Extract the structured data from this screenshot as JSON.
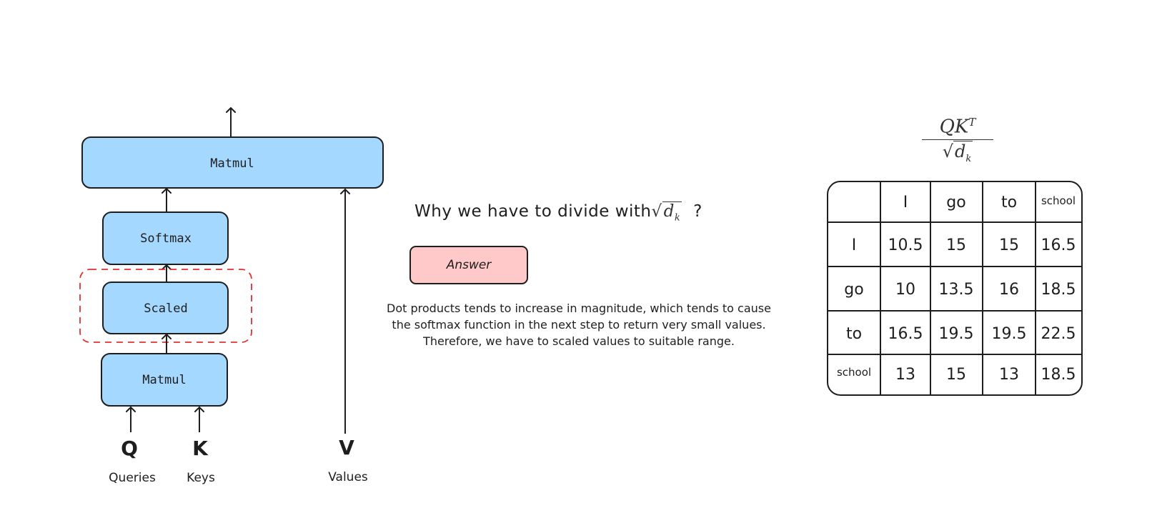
{
  "diagram": {
    "top_matmul": "Matmul",
    "softmax": "Softmax",
    "scaled": "Scaled",
    "bottom_matmul": "Matmul",
    "q": "Q",
    "k": "K",
    "v": "V",
    "queries": "Queries",
    "keys": "Keys",
    "values": "Values"
  },
  "question": {
    "text": "Why we have to divide with",
    "radical_symbol": "√",
    "radical_body": "d",
    "radical_sub": "k",
    "suffix": "?"
  },
  "answer_button": "Answer",
  "explanation": [
    "Dot products tends to increase in magnitude, which tends to cause",
    "the softmax function in the next step to return very small values.",
    "Therefore, we have to scaled values to suitable range."
  ],
  "formula": {
    "numerator": "QK",
    "superscript": "T",
    "radical_symbol": "√",
    "denominator": "d",
    "denominator_sub": "k"
  },
  "table": {
    "columns": [
      "I",
      "go",
      "to",
      "school"
    ],
    "rows": [
      {
        "label": "I",
        "values": [
          "10.5",
          "15",
          "15",
          "16.5"
        ]
      },
      {
        "label": "go",
        "values": [
          "10",
          "13.5",
          "16",
          "18.5"
        ]
      },
      {
        "label": "to",
        "values": [
          "16.5",
          "19.5",
          "19.5",
          "22.5"
        ]
      },
      {
        "label": "school",
        "values": [
          "13",
          "15",
          "13",
          "18.5"
        ]
      }
    ]
  },
  "colors": {
    "box_fill": "#a5d8ff",
    "answer_fill": "#ffc9c9",
    "dashed_border": "#e03131",
    "stroke": "#1e1e1e"
  }
}
